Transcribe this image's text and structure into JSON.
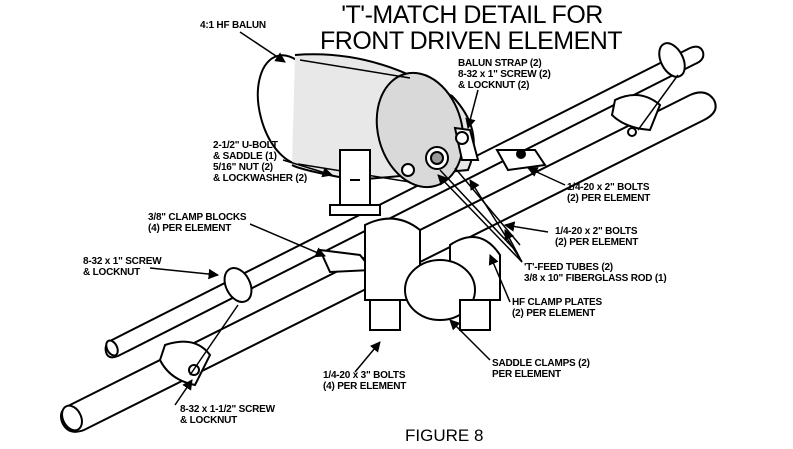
{
  "title": {
    "line1": "'T'-MATCH DETAIL FOR",
    "line2": "FRONT DRIVEN ELEMENT"
  },
  "figure_caption": "FIGURE 8",
  "labels": {
    "balun": "4:1 HF BALUN",
    "balun_strap": {
      "line1": "BALUN STRAP (2)",
      "line2": "8-32 x 1\" SCREW (2)",
      "line3": "& LOCKNUT (2)"
    },
    "u_bolt": {
      "line1": "2-1/2\" U-BOLT",
      "line2": "& SADDLE (1)",
      "line3": "5/16\" NUT (2)",
      "line4": "& LOCKWASHER (2)"
    },
    "bolts_2in_upper": {
      "line1": "1/4-20 x 2\" BOLTS",
      "line2": "(2) PER ELEMENT"
    },
    "bolts_2in_lower": {
      "line1": "1/4-20 x 2\" BOLTS",
      "line2": "(2) PER ELEMENT"
    },
    "clamp_blocks": {
      "line1": "3/8\" CLAMP BLOCKS",
      "line2": "(4) PER ELEMENT"
    },
    "screw_1in": {
      "line1": "8-32 x 1\" SCREW",
      "line2": "& LOCKNUT"
    },
    "tfeed": {
      "line1": "'T'-FEED TUBES (2)",
      "line2": "3/8 x 10\" FIBERGLASS ROD (1)"
    },
    "hf_clamp_plates": {
      "line1": "HF CLAMP PLATES",
      "line2": "(2) PER ELEMENT"
    },
    "bolts_3in": {
      "line1": "1/4-20 x 3\" BOLTS",
      "line2": "(4) PER ELEMENT"
    },
    "saddle_clamps": {
      "line1": "SADDLE CLAMPS (2)",
      "line2": "PER ELEMENT"
    },
    "screw_1_5in": {
      "line1": "8-32 x 1-1/2\" SCREW",
      "line2": "& LOCKNUT"
    }
  }
}
